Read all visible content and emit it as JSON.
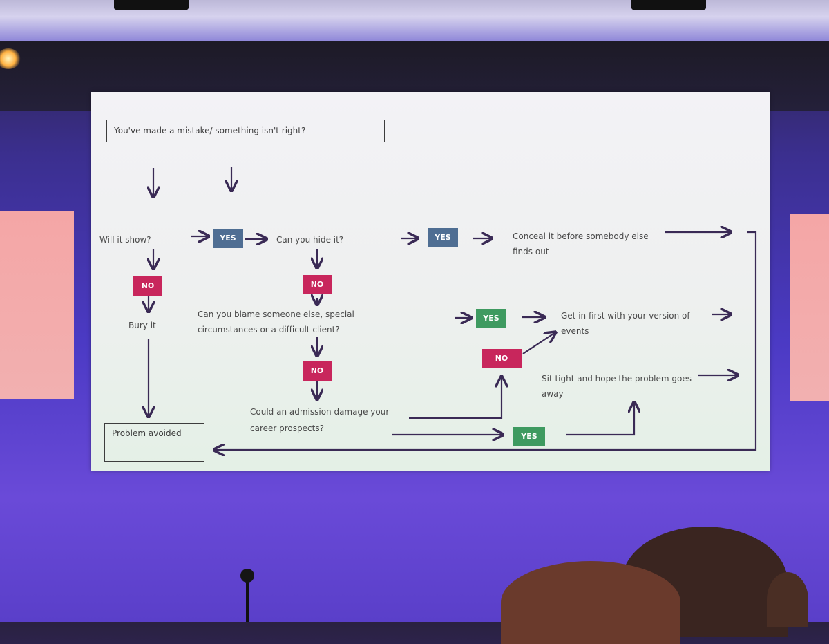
{
  "slide": {
    "start": "You've made a mistake/ something isn't right?",
    "q_will_it_show": "Will it show?",
    "q_can_hide": "Can you hide it?",
    "a_conceal": "Conceal it before somebody else finds out",
    "a_bury": "Bury it",
    "q_blame": "Can you blame someone else, special circumstances or a difficult client?",
    "a_get_in_first": "Get in first with your version of events",
    "a_sit_tight": "Sit tight and hope the problem goes away",
    "q_admission": "Could an admission damage your career prospects?",
    "end": "Problem avoided",
    "yes": "YES",
    "no": "NO"
  },
  "colors": {
    "yes_blue": "#4f6e93",
    "yes_green": "#3e9a60",
    "no_red": "#c8265c",
    "arrow": "#3a2a55"
  }
}
